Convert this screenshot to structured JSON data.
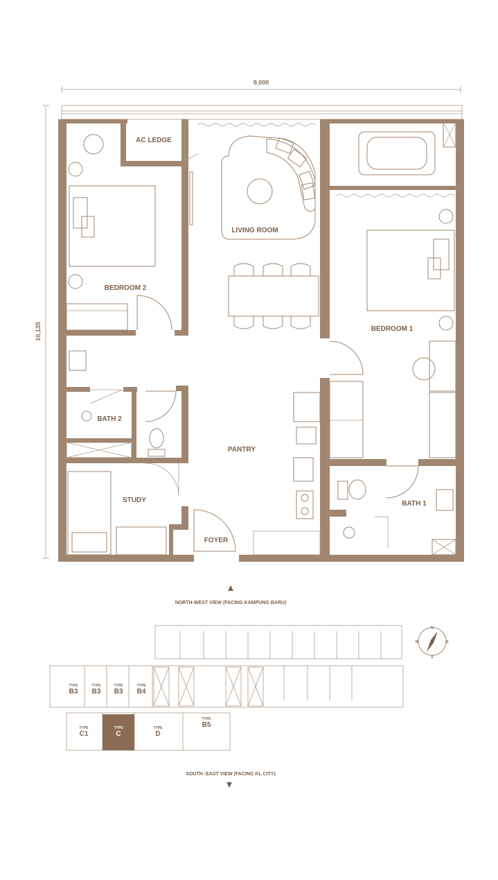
{
  "dimensions": {
    "width": "9,000",
    "height": "10,135"
  },
  "rooms": {
    "ac_ledge": "AC LEDGE",
    "living_room": "LIVING ROOM",
    "bedroom_2": "BEDROOM 2",
    "bedroom_1": "BEDROOM 1",
    "bath_2": "BATH 2",
    "bath_1": "BATH 1",
    "pantry": "PANTRY",
    "study": "STUDY",
    "foyer": "FOYER"
  },
  "views": {
    "north_west": "NORTH-WEST VIEW (FACING KAMPUNG BARU)",
    "south_east": "SOUTH -EAST VIEW (FACING KL CITY)"
  },
  "key_plan": {
    "type_word": "TYPE",
    "top_units": [
      "B3",
      "B3",
      "B3",
      "B4"
    ],
    "bottom_units": [
      "C1",
      "C",
      "D",
      "B5"
    ],
    "highlighted_unit": "C",
    "highlight_color": "#8a6c56"
  },
  "compass": {
    "n": "N",
    "s": "S",
    "e": "E",
    "w": "W"
  },
  "colors": {
    "wall": "#a08670",
    "text": "#7a5f4c"
  }
}
